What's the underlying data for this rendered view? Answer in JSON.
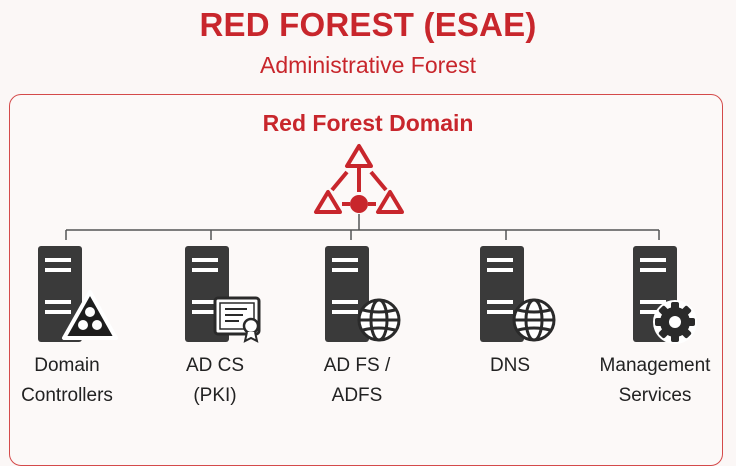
{
  "header": {
    "title": "RED FOREST (ESAE)",
    "subtitle": "Administrative Forest"
  },
  "domain": {
    "title": "Red Forest Domain",
    "icon": "forest-network-icon"
  },
  "colors": {
    "accent": "#c8262c",
    "server": "#3a3a3a",
    "line": "#555555",
    "background": "#fbf7f6"
  },
  "services": [
    {
      "line1": "Domain",
      "line2": "Controllers",
      "icon": "domain-controller-icon"
    },
    {
      "line1": "AD CS",
      "line2": "(PKI)",
      "icon": "certificate-icon"
    },
    {
      "line1": "AD FS /",
      "line2": "ADFS",
      "icon": "globe-icon"
    },
    {
      "line1": "DNS",
      "line2": "",
      "icon": "globe-icon"
    },
    {
      "line1": "Management",
      "line2": "Services",
      "icon": "gear-icon"
    }
  ]
}
